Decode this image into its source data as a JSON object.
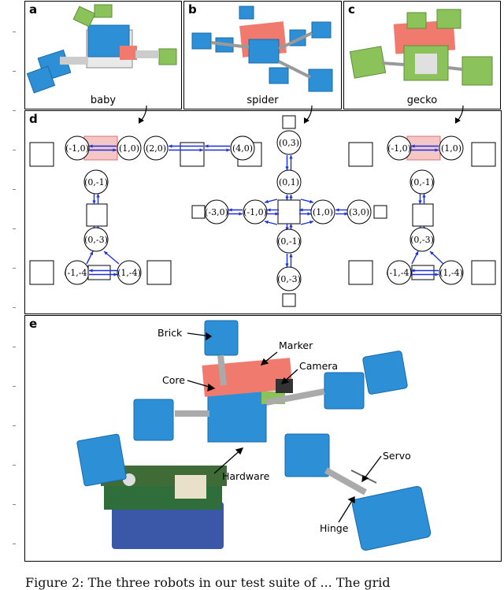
{
  "panel_labels": {
    "a": "a",
    "b": "b",
    "c": "c",
    "d": "d",
    "e": "e"
  },
  "top_photos": [
    {
      "caption": "baby"
    },
    {
      "caption": "spider"
    },
    {
      "caption": "gecko"
    }
  ],
  "diagrams": {
    "baby": [
      "(-1,0)",
      "(1,0)",
      "(2,0)",
      "(4,0)",
      "(0,-1)",
      "(0,-3)",
      "(-1,-4)",
      "(1,-4)"
    ],
    "spider": [
      "(0,3)",
      "(0,1)",
      "(-3,0)",
      "(-1,0)",
      "(1,0)",
      "(3,0)",
      "(0,-1)",
      "(0,-3)"
    ],
    "gecko": [
      "(-1,0)",
      "(1,0)",
      "(0,-1)",
      "(0,-3)",
      "(-1,-4)",
      "(1,-4)"
    ]
  },
  "callouts": {
    "brick": "Brick",
    "marker": "Marker",
    "camera": "Camera",
    "core": "Core",
    "hardware": "Hardware",
    "servo": "Servo",
    "hinge": "Hinge"
  },
  "caption": "Figure 2: The three robots in our test suite of ... The grid",
  "colors": {
    "arrow": "#1a2fe0",
    "core_fill": "#f4c6c6",
    "core_stroke": "#e07070",
    "brick_blue": "#2d8fd5",
    "marker_red": "#f07a6e",
    "hinge_green": "#8bc25a"
  }
}
